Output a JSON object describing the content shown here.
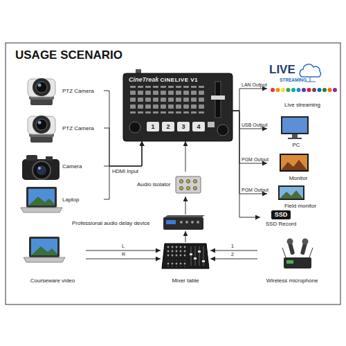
{
  "diagram": {
    "title": "USAGE SCENARIO",
    "nodes": [
      {
        "text": [
          "CineTreak",
          "CINELIVE V1"
        ]
      },
      {
        "text": [
          "PTZ Camera"
        ]
      },
      {
        "text": [
          "PTZ Camera"
        ]
      },
      {
        "text": [
          "Camera"
        ]
      },
      {
        "text": [
          "Laptop"
        ]
      },
      {
        "text": [
          "Courseware video"
        ]
      },
      {
        "text": [
          "Audio isolator"
        ]
      },
      {
        "text": [
          "Professional audio delay device"
        ]
      },
      {
        "text": [
          "Mixer table"
        ]
      },
      {
        "text": [
          "Wireless microphone"
        ]
      },
      {
        "text": [
          "Live streaming"
        ]
      },
      {
        "text": [
          "PC"
        ]
      },
      {
        "text": [
          "Monitor"
        ]
      },
      {
        "text": [
          "Field monitor"
        ]
      },
      {
        "text": [
          "SSD",
          "SSD Record"
        ]
      }
    ],
    "edges": [
      {
        "from": 1,
        "to": 0,
        "arrow": "to"
      },
      {
        "from": 2,
        "to": 0,
        "arrow": "to"
      },
      {
        "from": 3,
        "to": 0,
        "arrow": "to"
      },
      {
        "from": 4,
        "to": 0,
        "arrow": "to"
      },
      {
        "from": 5,
        "to": 8,
        "label": "L",
        "arrow": "to"
      },
      {
        "from": 5,
        "to": 8,
        "label": "R",
        "arrow": "to"
      },
      {
        "from": 9,
        "to": 8,
        "label": "1",
        "arrow": "to"
      },
      {
        "from": 9,
        "to": 8,
        "label": "2",
        "arrow": "to"
      },
      {
        "from": 8,
        "to": 7,
        "arrow": "to"
      },
      {
        "from": 7,
        "to": 6,
        "arrow": "to"
      },
      {
        "from": 6,
        "to": 0,
        "arrow": "to"
      },
      {
        "from": 0,
        "to": 10,
        "label": "LAN Output",
        "arrow": "to"
      },
      {
        "from": 0,
        "to": 11,
        "label": "USB Output",
        "arrow": "to"
      },
      {
        "from": 0,
        "to": 12,
        "label": "PGM Output",
        "arrow": "to"
      },
      {
        "from": 0,
        "to": 13,
        "label": "PGM Output",
        "arrow": "to"
      },
      {
        "from": 0,
        "to": 14,
        "arrow": "to"
      }
    ],
    "labels": [
      "HDMI Input",
      "1",
      "2",
      "3",
      "4",
      "LIVE",
      "STREAMING"
    ]
  }
}
